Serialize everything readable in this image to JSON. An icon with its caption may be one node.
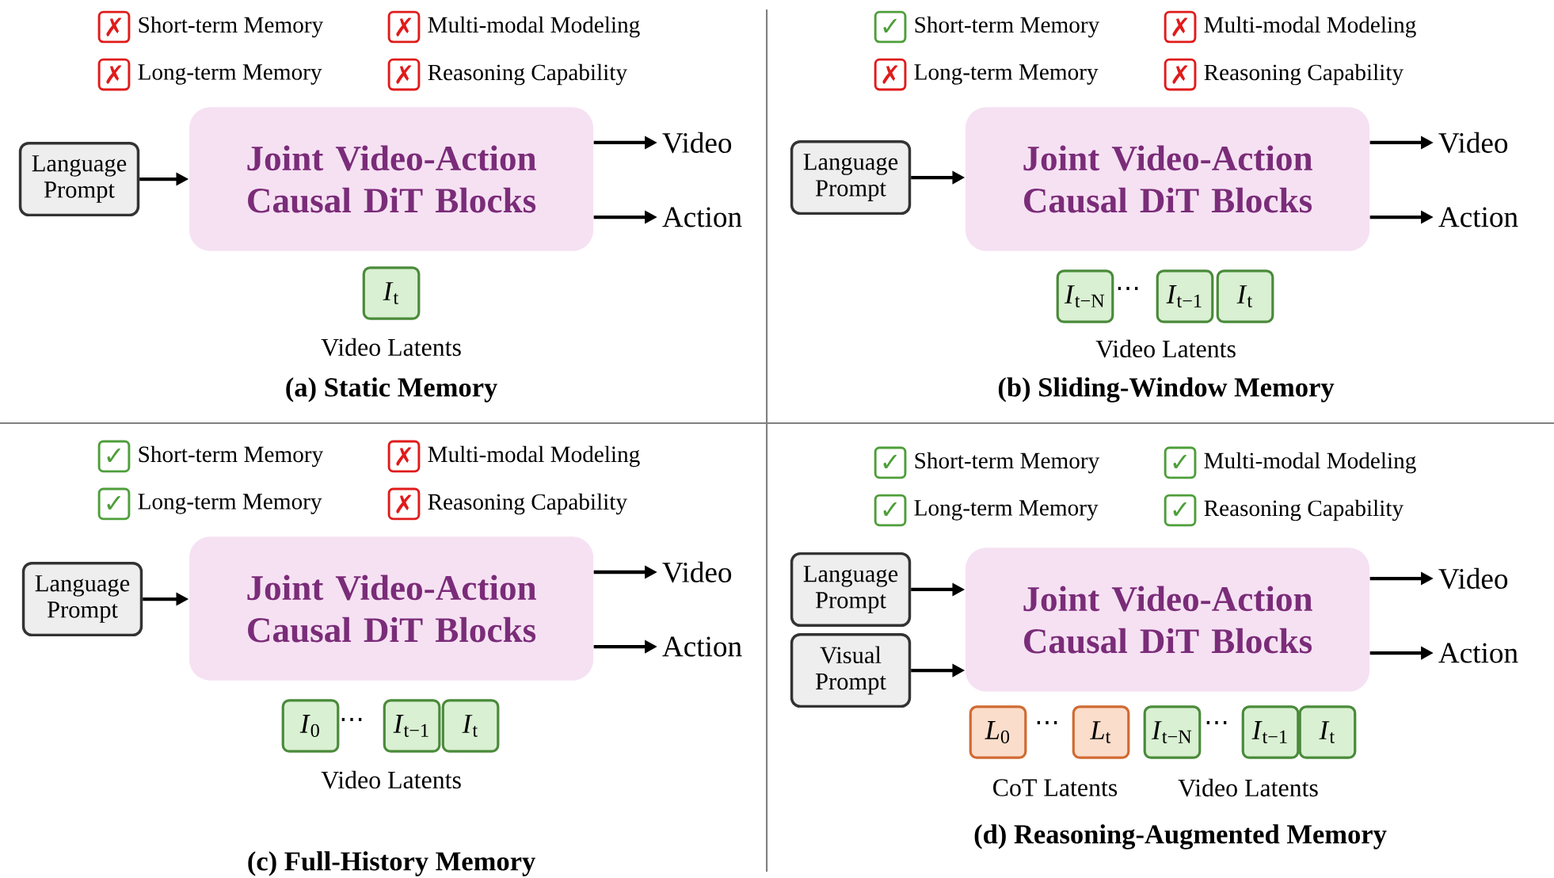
{
  "diagram": {
    "nodes": [
      {
        "text": [
          "✗"
        ],
        "beside": [
          "Short-term Memory"
        ]
      },
      {
        "text": [
          "✗"
        ],
        "beside": [
          "Multi-modal Modeling"
        ]
      },
      {
        "text": [
          "✗"
        ],
        "beside": [
          "Long-term Memory"
        ]
      },
      {
        "text": [
          "✗"
        ],
        "beside": [
          "Reasoning Capability"
        ]
      },
      {
        "text": [
          "Language Prompt"
        ]
      },
      {
        "text": [
          "Joint Video-Action Causal DiT Blocks"
        ]
      },
      {
        "text": [
          "Video"
        ]
      },
      {
        "text": [
          "Action"
        ]
      },
      {
        "text": [
          "*I*$_{t}$"
        ]
      },
      {
        "text": [
          "✓"
        ],
        "beside": [
          "Short-term Memory"
        ]
      },
      {
        "text": [
          "✗"
        ],
        "beside": [
          "Multi-modal Modeling"
        ]
      },
      {
        "text": [
          "✗"
        ],
        "beside": [
          "Long-term Memory"
        ]
      },
      {
        "text": [
          "✗"
        ],
        "beside": [
          "Reasoning Capability"
        ]
      },
      {
        "text": [
          "Language Prompt"
        ]
      },
      {
        "text": [
          "Joint Video-Action Causal DiT Blocks"
        ]
      },
      {
        "text": [
          "Video"
        ]
      },
      {
        "text": [
          "Action"
        ]
      },
      {
        "text": [
          "*I*$_{t−N}$"
        ]
      },
      {
        "text": [
          "*I*$_{t−1}$"
        ]
      },
      {
        "text": [
          "*I*$_{t}$"
        ]
      },
      {
        "text": [
          "✓"
        ],
        "beside": [
          "Short-term Memory"
        ]
      },
      {
        "text": [
          "✗"
        ],
        "beside": [
          "Multi-modal Modeling"
        ]
      },
      {
        "text": [
          "✓"
        ],
        "beside": [
          "Long-term Memory"
        ]
      },
      {
        "text": [
          "✗"
        ],
        "beside": [
          "Reasoning Capability"
        ]
      },
      {
        "text": [
          "Language Prompt"
        ]
      },
      {
        "text": [
          "Joint Video-Action Causal DiT Blocks"
        ]
      },
      {
        "text": [
          "Video"
        ]
      },
      {
        "text": [
          "Action"
        ]
      },
      {
        "text": [
          "*I*$_{0}$"
        ]
      },
      {
        "text": [
          "*I*$_{t−1}$"
        ]
      },
      {
        "text": [
          "*I*$_{t}$"
        ]
      },
      {
        "text": [
          "✓"
        ],
        "beside": [
          "Short-term Memory"
        ]
      },
      {
        "text": [
          "✓"
        ],
        "beside": [
          "Multi-modal Modeling"
        ]
      },
      {
        "text": [
          "✓"
        ],
        "beside": [
          "Long-term Memory"
        ]
      },
      {
        "text": [
          "✓"
        ],
        "beside": [
          "Reasoning Capability"
        ]
      },
      {
        "text": [
          "Language Prompt"
        ]
      },
      {
        "text": [
          "Visual Prompt"
        ]
      },
      {
        "text": [
          "Joint Video-Action Causal DiT Blocks"
        ]
      },
      {
        "text": [
          "Video"
        ]
      },
      {
        "text": [
          "Action"
        ]
      },
      {
        "text": [
          "*L*$_{0}$"
        ]
      },
      {
        "text": [
          "*L*$_{t}$"
        ]
      },
      {
        "text": [
          "*I*$_{t−N}$"
        ]
      },
      {
        "text": [
          "*I*$_{t−1}$"
        ]
      },
      {
        "text": [
          "*I*$_{t}$"
        ]
      }
    ],
    "edges": [
      {
        "from": 4,
        "to": 5,
        "arrow": "to"
      },
      {
        "from": 5,
        "to": 6,
        "arrow": "to"
      },
      {
        "from": 5,
        "to": 7,
        "arrow": "to"
      },
      {
        "from": 13,
        "to": 14,
        "arrow": "to"
      },
      {
        "from": 14,
        "to": 15,
        "arrow": "to"
      },
      {
        "from": 14,
        "to": 16,
        "arrow": "to"
      },
      {
        "from": 24,
        "to": 25,
        "arrow": "to"
      },
      {
        "from": 25,
        "to": 26,
        "arrow": "to"
      },
      {
        "from": 25,
        "to": 27,
        "arrow": "to"
      },
      {
        "from": 35,
        "to": 37,
        "arrow": "to"
      },
      {
        "from": 36,
        "to": 37,
        "arrow": "to"
      },
      {
        "from": 37,
        "to": 38,
        "arrow": "to"
      },
      {
        "from": 37,
        "to": 39,
        "arrow": "to"
      }
    ],
    "labels": [
      "Video Latents",
      "(a) Static Memory",
      "⋯",
      "Video Latents",
      "(b) Sliding-Window Memory",
      "⋯",
      "Video Latents",
      "(c) Full-History Memory",
      "⋯",
      "⋯",
      "CoT Latents",
      "Video Latents",
      "(d) Reasoning-Augmented Memory"
    ]
  }
}
